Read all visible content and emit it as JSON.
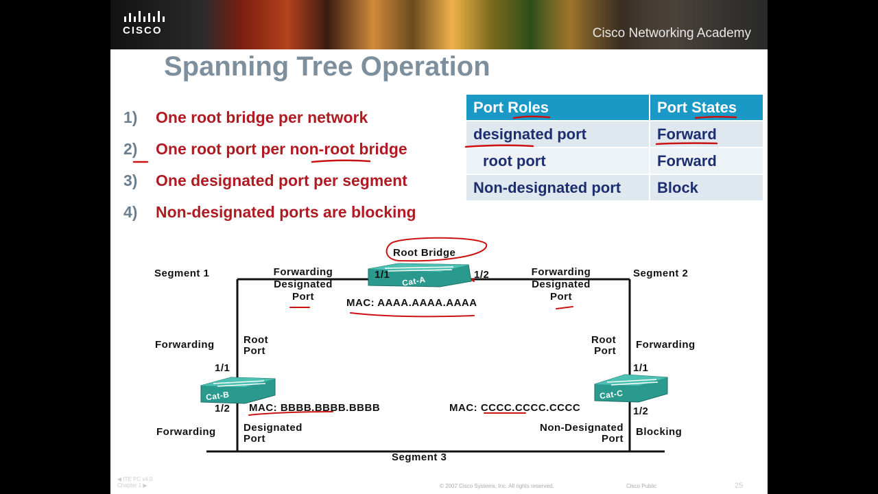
{
  "banner": {
    "logo_text": "CISCO",
    "academy_text": "Cisco Networking Academy"
  },
  "slide_title": "Spanning Tree Operation",
  "rules": [
    {
      "num": "1)",
      "text": "One root bridge per network"
    },
    {
      "num": "2)",
      "text": "One root port per non-root bridge"
    },
    {
      "num": "3)",
      "text": "One designated port per segment"
    },
    {
      "num": "4)",
      "text": "Non-designated ports are blocking"
    }
  ],
  "roles_table": {
    "headers": [
      "Port Roles",
      "Port States"
    ],
    "rows": [
      [
        "designated port",
        "Forward"
      ],
      [
        "root port",
        "Forward"
      ],
      [
        "Non-designated port",
        "Block"
      ]
    ]
  },
  "diagram": {
    "root_bridge": "Root Bridge",
    "segment1": "Segment 1",
    "segment2": "Segment 2",
    "segment3": "Segment 3",
    "cat_a": {
      "name": "Cat-A",
      "mac": "MAC: AAAA.AAAA.AAAA",
      "port1": "1/1",
      "port2": "1/2"
    },
    "cat_b": {
      "name": "Cat-B",
      "mac": "MAC: BBBB.BBBB.BBBB",
      "port1": "1/1",
      "port2": "1/2"
    },
    "cat_c": {
      "name": "Cat-C",
      "mac": "MAC: CCCC.CCCC.CCCC",
      "port1": "1/1",
      "port2": "1/2"
    },
    "fwd_desig_left": {
      "state": "Forwarding",
      "role1": "Designated",
      "role2": "Port"
    },
    "fwd_desig_right": {
      "state": "Forwarding",
      "role1": "Designated",
      "role2": "Port"
    },
    "b_root": {
      "state": "Forwarding",
      "role1": "Root",
      "role2": "Port"
    },
    "c_root": {
      "state": "Forwarding",
      "role1": "Root",
      "role2": "Port"
    },
    "b_desig": {
      "state": "Forwarding",
      "role1": "Designated",
      "role2": "Port"
    },
    "c_nondesig": {
      "state": "Blocking",
      "role1": "Non-Designated",
      "role2": "Port"
    }
  },
  "footer": {
    "left": "ITE PC v4.0 Chapter 1",
    "copyright": "© 2007 Cisco Systems, Inc. All rights reserved.",
    "public": "Cisco Public",
    "page": "25"
  },
  "colors": {
    "rule_text": "#b01a22",
    "rule_num": "#6a7f90",
    "title": "#7d8f9d",
    "table_header": "#1b99c6",
    "table_text": "#1c2e6e",
    "annotation": "#cc1111",
    "switch": "#2a9a8e"
  }
}
